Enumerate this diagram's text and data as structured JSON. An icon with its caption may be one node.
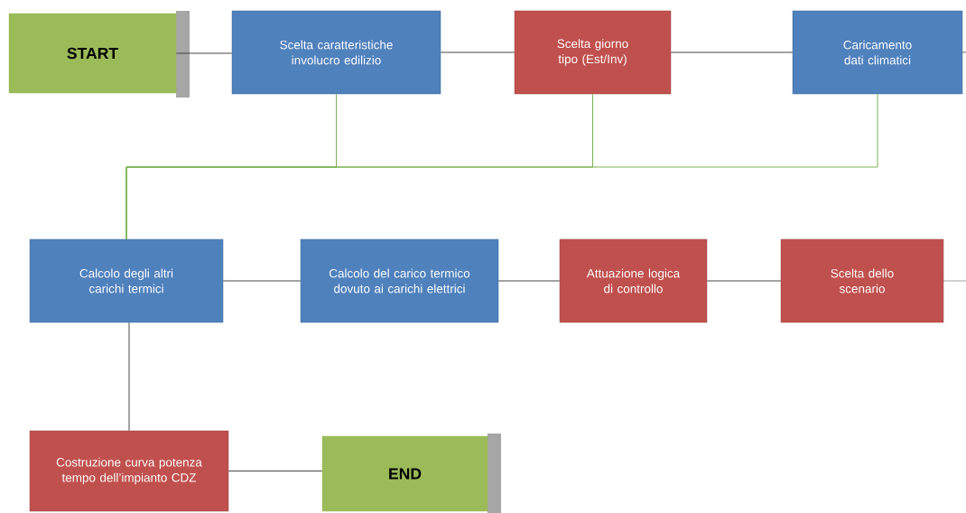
{
  "diagram": {
    "nodes": [
      {
        "text": [
          "START"
        ]
      },
      {
        "text": [
          "Scelta caratteristiche involucro edilizio"
        ]
      },
      {
        "text": [
          "Scelta giorno tipo (Est/Inv)"
        ]
      },
      {
        "text": [
          "Caricamento dati climatici"
        ]
      },
      {
        "text": [
          "Calcolo degli altri carichi termici"
        ]
      },
      {
        "text": [
          "Calcolo del carico termico dovuto ai carichi elettrici"
        ]
      },
      {
        "text": [
          "Attuazione logica di controllo"
        ]
      },
      {
        "text": [
          "Scelta dello scenario"
        ]
      },
      {
        "text": [
          "Costruzione curva potenza tempo dell’impianto CDZ"
        ]
      },
      {
        "text": [
          "END"
        ]
      }
    ],
    "edges": [
      {
        "from": 0,
        "to": 1,
        "arrow": "none"
      },
      {
        "from": 1,
        "to": 2,
        "arrow": "none"
      },
      {
        "from": 2,
        "to": 3,
        "arrow": "none"
      },
      {
        "from": 3,
        "to": null,
        "arrow": "none"
      },
      {
        "from": 1,
        "to": 4,
        "arrow": "none",
        "color": "#70ad47"
      },
      {
        "from": 2,
        "to": 4,
        "arrow": "none",
        "color": "#70ad47"
      },
      {
        "from": 3,
        "to": 4,
        "arrow": "none",
        "color": "#70ad47"
      },
      {
        "from": 4,
        "to": 5,
        "arrow": "none"
      },
      {
        "from": 5,
        "to": 6,
        "arrow": "none"
      },
      {
        "from": 6,
        "to": 7,
        "arrow": "none"
      },
      {
        "from": 7,
        "to": null,
        "arrow": "none"
      },
      {
        "from": 4,
        "to": 8,
        "arrow": "none"
      },
      {
        "from": 8,
        "to": 9,
        "arrow": "none"
      }
    ]
  }
}
